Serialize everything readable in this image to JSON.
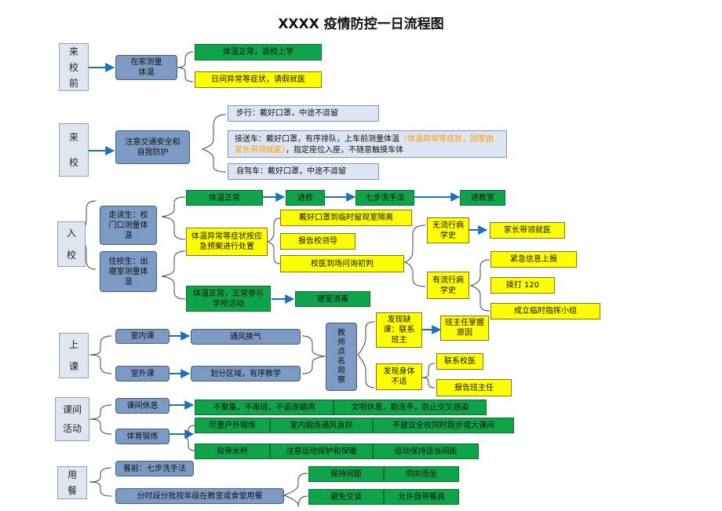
{
  "title": "XXXX 疫情防控一日流程图",
  "sections": {
    "arrival": [
      "来",
      "校",
      "前"
    ],
    "commute": [
      "来",
      "校"
    ],
    "entry": [
      "入",
      "校"
    ],
    "class": [
      "上",
      "课"
    ],
    "break": [
      "课间",
      "活动"
    ],
    "meal": [
      "用",
      "餐"
    ]
  },
  "arrival": {
    "home_check": "在家测量体温",
    "normal": "体温正常，返校上学",
    "abnormal": "日间异常等症状，请假就医"
  },
  "commute": {
    "safety": "注意交通安全和自我防护",
    "walk": "步行：戴好口罩，中途不逗留",
    "shuttle_a": "接送车：戴好口罩，有序排队，上车前测量体温",
    "shuttle_b": "（体温异常等症状，回家由家长带领就医）",
    "shuttle_c": "，指定座位入座，不随意触摸车体",
    "self_drive": "自驾车：戴好口罩，中途不逗留"
  },
  "entry": {
    "day_students": "走读生：校门口测量体温",
    "boarders": "住校生：出寝室测量体温",
    "temp_normal": "体温正常",
    "enter_school": "进校",
    "wash_hands": "七步洗手法",
    "enter_class": "进教室",
    "abnormal_plan": "体温异常等症状按应急预案进行处置",
    "isolation": "戴好口罩到临时留观室隔离",
    "report_leader": "报告校领导",
    "doctor": "校医到场问询初判",
    "no_history": "无流行病学史",
    "parent_take": "家长带领就医",
    "has_history": "有流行病学史",
    "urgent_report": "紧急信息上报",
    "call_120": "拨打 120",
    "command": "成立临时指挥小组",
    "boarder_normal": "体温正常，正常参与学校活动",
    "dorm_disinfect": "寝室消毒"
  },
  "class": {
    "indoor": "室内课",
    "ventilate": "通风换气",
    "outdoor": "室外课",
    "zones": "划分区域，有序教学",
    "teacher_roll": [
      "教",
      "师",
      "点",
      "名",
      "观",
      "察"
    ],
    "absence": "发现缺课：联系班主",
    "head_teacher": "班主任掌握原因",
    "unwell": "发现身体不适",
    "contact_doctor": "联系校医",
    "report_head": "报告班主任"
  },
  "break": {
    "rest": "课间休息",
    "no_gather": "不聚集，不串班，不追逐嬉闹",
    "civilized": "文明休息，勤洗手，防止交叉感染",
    "exercise": "体育锻炼",
    "outdoor_ex": "尽量户外锻炼",
    "indoor_ex": "室内锻炼通风良好",
    "no_running": "不建议全校同时跑步或大课间",
    "own_cup": "自带水杯",
    "warm": "注意运动保护和保暖",
    "distance": "运动保持适当间距"
  },
  "meal": {
    "before": "餐前：七步洗手法",
    "batches": "分时段分批按年级在教室或食堂用餐",
    "keep_distance": "保持间距",
    "same_dir": "同向而坐",
    "no_talk": "避免交谈",
    "own_tableware": "允许自带餐具"
  },
  "colors": {
    "section_bg": "#dfe6f0",
    "blue": "#7d9ac4",
    "green": "#0fa34a",
    "yellow": "#ffff00",
    "light_blue": "#dbe5f3",
    "arrow": "#1f6fc0",
    "note": "#ff9900"
  }
}
